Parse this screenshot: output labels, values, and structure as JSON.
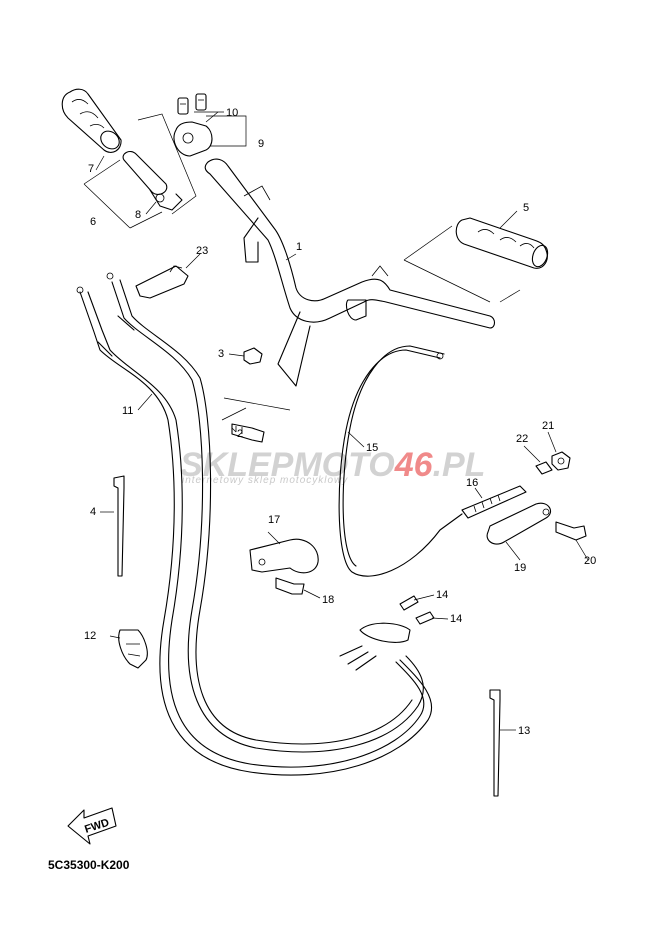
{
  "diagram": {
    "code": "5C35300-K200",
    "fwd_label": "FWD",
    "watermark": {
      "main_a": "SKLEP",
      "main_b": "MOTO",
      "main_c": "46",
      "main_d": ".PL",
      "sub": "internetowy sklep motocyklowy"
    },
    "callouts": [
      "1",
      "2",
      "3",
      "4",
      "5",
      "6",
      "7",
      "8",
      "9",
      "10",
      "11",
      "12",
      "13",
      "14",
      "14",
      "15",
      "16",
      "17",
      "18",
      "19",
      "20",
      "21",
      "22",
      "23"
    ]
  }
}
